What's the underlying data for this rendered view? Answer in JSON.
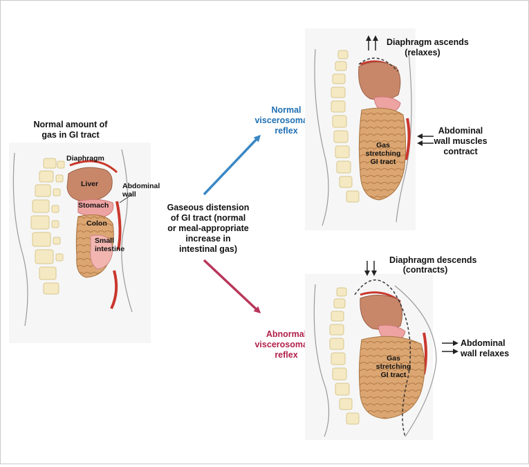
{
  "colors": {
    "normal_arrow": "#3a87c4",
    "abnormal_arrow": "#b8365a",
    "normal_text": "#1f6fb2",
    "abnormal_text": "#b01f4a",
    "liver": "#c9876a",
    "stomach": "#eea3a3",
    "colon": "#dba672",
    "spine": "#f4e9c2",
    "muscle": "#c9372d"
  },
  "left_panel": {
    "title_line1": "Normal amount of",
    "title_line2": "gas in GI tract",
    "diaphragm": "Diaphragm",
    "liver": "Liver",
    "stomach": "Stomach",
    "colon": "Colon",
    "small_intestine_line1": "Small",
    "small_intestine_line2": "intestine",
    "abdominal_wall_line1": "Abdominal",
    "abdominal_wall_line2": "wall"
  },
  "center": {
    "line1": "Gaseous distension",
    "line2": "of GI tract (normal",
    "line3": "or meal-appropriate",
    "line4": "increase in",
    "line5": "intestinal gas)"
  },
  "normal_branch": {
    "line1": "Normal",
    "line2": "viscerosomatic",
    "line3": "reflex"
  },
  "abnormal_branch": {
    "line1": "Abnormal",
    "line2": "viscerosomatic",
    "line3": "reflex"
  },
  "top_right": {
    "diaphragm_line1": "Diaphragm ascends",
    "diaphragm_line2": "(relaxes)",
    "muscles_line1": "Abdominal",
    "muscles_line2": "wall muscles",
    "muscles_line3": "contract",
    "gas_line1": "Gas",
    "gas_line2": "stretching",
    "gas_line3": "GI tract"
  },
  "bottom_right": {
    "diaphragm_line1": "Diaphragm descends",
    "diaphragm_line2": "(contracts)",
    "wall_line1": "Abdominal",
    "wall_line2": "wall relaxes",
    "gas_line1": "Gas",
    "gas_line2": "stretching",
    "gas_line3": "GI tract"
  }
}
